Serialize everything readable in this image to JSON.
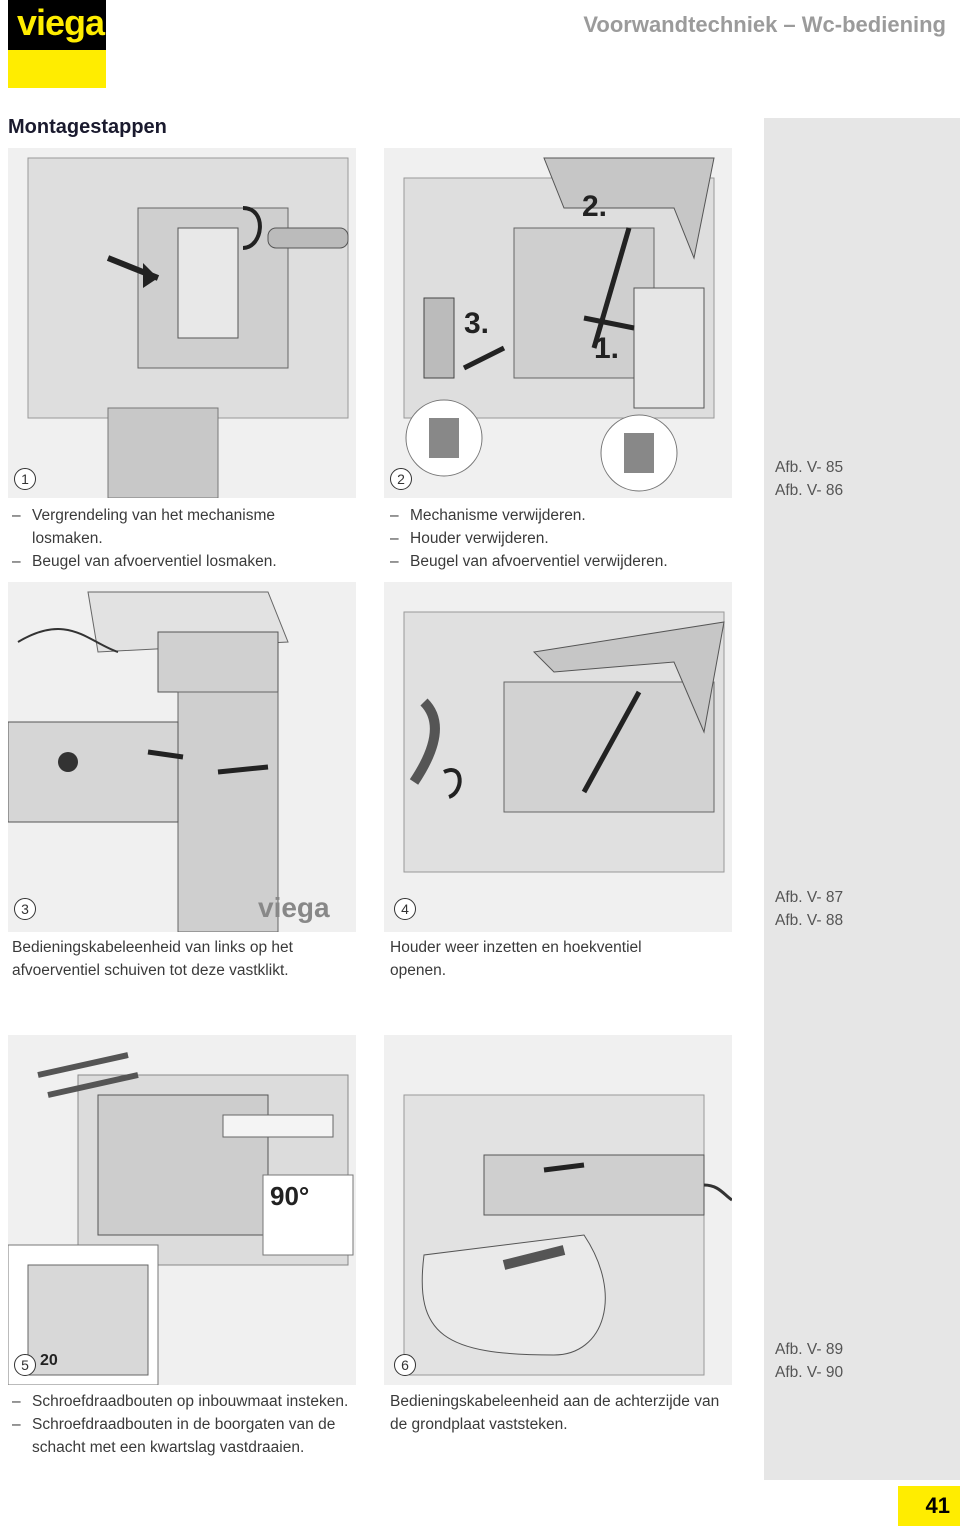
{
  "brand": {
    "logo_text": "viega"
  },
  "header": {
    "title": "Voorwandtechniek – Wc-bediening"
  },
  "section_title": "Montagestappen",
  "steps": [
    {
      "number": "1",
      "lines": [
        "Vergrendeling van het mechanisme losmaken.",
        "Beugel van afvoerventiel losmaken."
      ]
    },
    {
      "number": "2",
      "lines": [
        "Mechanisme verwijderen.",
        "Houder verwijderen.",
        "Beugel van afvoerventiel verwijderen."
      ]
    },
    {
      "number": "3",
      "text": "Bedieningskabeleenheid van links op het afvoerventiel schuiven tot deze vastklikt."
    },
    {
      "number": "4",
      "text": "Houder weer inzetten en hoekventiel openen."
    },
    {
      "number": "5",
      "lines": [
        "Schroefdraadbouten op inbouwmaat insteken.",
        "Schroefdraadbouten in de boorgaten van de schacht met een kwartslag vastdraaien."
      ]
    },
    {
      "number": "6",
      "text": "Bedieningskabeleenheid aan de achterzijde van de grondplaat vaststeken."
    }
  ],
  "figure_refs": [
    [
      "Afb. V- 85",
      "Afb. V- 86"
    ],
    [
      "Afb. V- 87",
      "Afb. V- 88"
    ],
    [
      "Afb. V- 89",
      "Afb. V- 90"
    ]
  ],
  "figure_labels": {
    "fig2_step2": "2.",
    "fig2_step3": "3.",
    "fig2_step1": "1.",
    "fig5_angle": "90°",
    "fig5_measure": "20"
  },
  "page_number": "41",
  "colors": {
    "brand_yellow": "#ffed00",
    "sidebar_gray": "#e6e6e6",
    "header_gray": "#9b9b9b"
  }
}
